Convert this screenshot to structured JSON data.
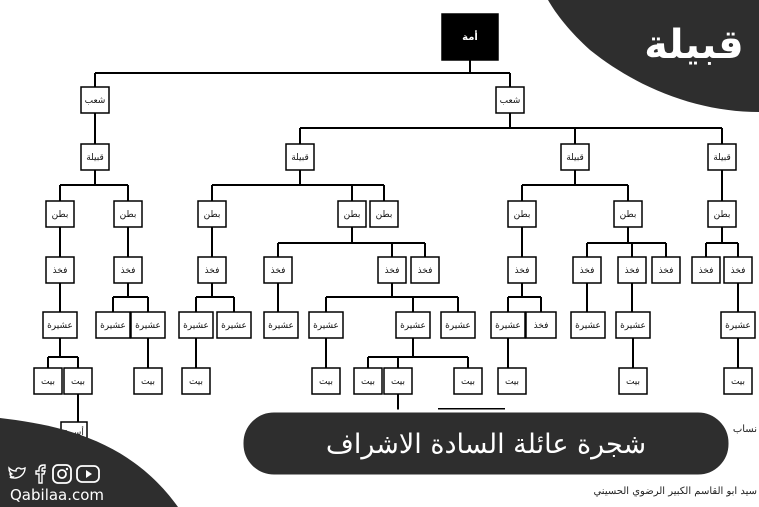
{
  "labels": {
    "root": "أمة",
    "shaab": "شعب",
    "qabila": "قبيلة",
    "batn": "بطن",
    "fakhdh": "فخذ",
    "ashira": "عشيرة",
    "bayt": "بيت",
    "usra": "أسرة"
  },
  "overlay": {
    "title": "شجرة عائلة السادة الاشراف",
    "brand": "قبيلة",
    "site": "Qabilaa.com"
  },
  "scraps": {
    "right_top": "نساب",
    "right_bottom": "سيد ابو القاسم الكبير الرضوي الحسيني"
  },
  "icons": [
    "twitter-icon",
    "facebook-icon",
    "instagram-icon",
    "youtube-icon"
  ],
  "colors": {
    "dark": "#2e2e2e",
    "line": "#000000",
    "paper": "#ffffff"
  }
}
